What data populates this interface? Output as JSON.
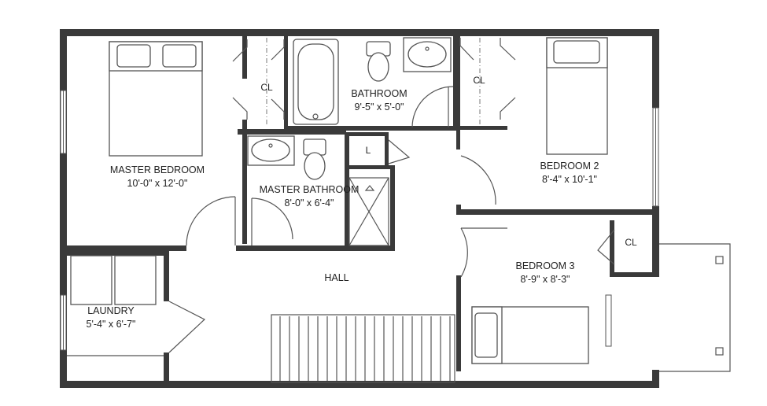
{
  "rooms": {
    "master_bedroom": {
      "name": "MASTER BEDROOM",
      "size": "10'-0\" x 12'-0\""
    },
    "bathroom": {
      "name": "BATHROOM",
      "size": "9'-5\" x 5'-0\""
    },
    "master_bathroom": {
      "name": "MASTER BATHROOM",
      "size": "8'-0\" x 6'-4\""
    },
    "bedroom_2": {
      "name": "BEDROOM 2",
      "size": "8'-4\" x 10'-1\""
    },
    "bedroom_3": {
      "name": "BEDROOM 3",
      "size": "8'-9\" x 8'-3\""
    },
    "laundry": {
      "name": "LAUNDRY",
      "size": "5'-4\" x 6'-7\""
    },
    "hall": {
      "name": "HALL"
    }
  },
  "closets": {
    "master_closet": "CL",
    "bedroom2_closet": "CL",
    "bedroom3_closet": "CL",
    "linen": "L"
  },
  "colors": {
    "wall": "#3a3a3a",
    "line": "#555555",
    "text": "#222222"
  }
}
